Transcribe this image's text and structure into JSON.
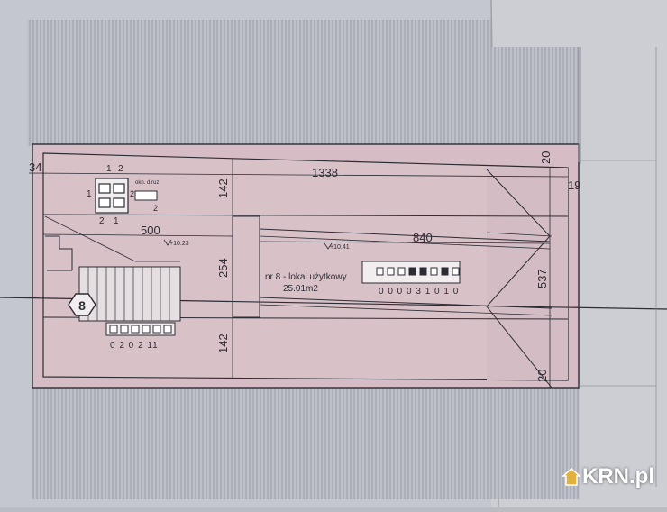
{
  "plan": {
    "dimensions": {
      "left_edge": "34",
      "total_length": "1338",
      "right_edge_top": "20",
      "right_edge_side": "19",
      "top_strip": "142",
      "middle_strip": "254",
      "bottom_strip": "142",
      "stair_length": "500",
      "corridor_length": "840",
      "room_width": "537",
      "right_edge_bottom": "20"
    },
    "room": {
      "name": "nr 8 - lokal użytkowy",
      "area": "25.01m2"
    },
    "levels": {
      "stair": "+10.23",
      "room": "+10.41"
    },
    "stair_number": "8",
    "window_box": {
      "top_labels": [
        "1",
        "2"
      ],
      "side_label": "1",
      "bottom_labels": [
        "2",
        "1"
      ],
      "mini_label": "okn. d.ruz",
      "mini_left": "2",
      "mini_right": "2"
    },
    "codes": {
      "stair_code": "0 2 0 2 11",
      "room_code": "0 0 0 0 3 1 0 1 0"
    }
  },
  "watermark": {
    "text": "KRN.pl"
  },
  "colors": {
    "paper": "#c7c9d0",
    "floor": "#d8bfc6",
    "roof": "#bdbfc6",
    "line": "#2c2c34",
    "brand_icon": "#e3b23c"
  }
}
